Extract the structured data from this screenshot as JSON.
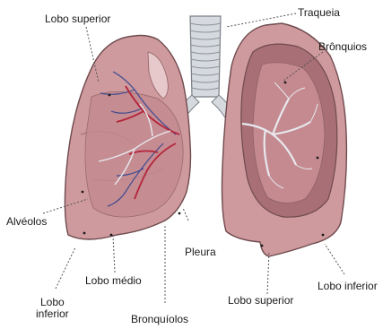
{
  "labels": {
    "lobo_superior_left": "Lobo superior",
    "traqueia": "Traqueia",
    "bronquios": "Brônquios",
    "alveolos": "Alvéolos",
    "pleura": "Pleura",
    "lobo_medio": "Lobo médio",
    "lobo_inferior_left_1": "Lobo",
    "lobo_inferior_left_2": "inferior",
    "bronquiolos": "Bronquíolos",
    "lobo_superior_right": "Lobo superior",
    "lobo_inferior_right": "Lobo inferior"
  },
  "colors": {
    "lung_fill": "#cf9a9e",
    "lung_inner": "#a86f76",
    "lung_outline": "#6e4a4d",
    "trachea": "#d6dadf",
    "vein": "#3e4a8f",
    "artery": "#b3243a",
    "leader_line": "#555555"
  }
}
